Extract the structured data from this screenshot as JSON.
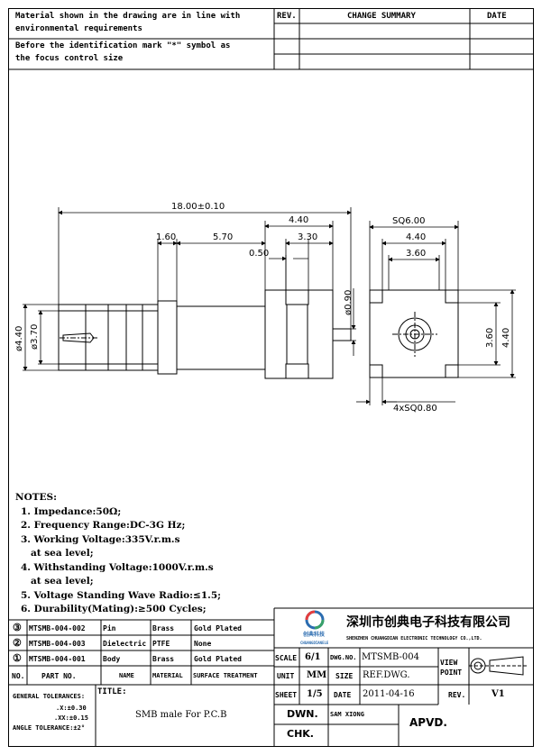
{
  "header": {
    "note1": "Material shown in the drawing are in line with environmental requirements",
    "note1a": "Material shown in the drawing are in line with",
    "note1b": "environmental requirements",
    "note2a": "Before the identification mark \"*\" symbol as",
    "note2b": "the focus control size",
    "rev": "REV.",
    "change_summary": "CHANGE SUMMARY",
    "date": "DATE"
  },
  "dimensions": {
    "overall": "18.00±0.10",
    "d440": "4.40",
    "d330": "3.30",
    "d160": "1.60",
    "d570": "5.70",
    "d050": "0.50",
    "d090": "ø0.90",
    "d_dia440": "ø4.40",
    "d_dia370": "ø3.70",
    "sq600": "SQ6.00",
    "side440": "4.40",
    "side360": "3.60",
    "right360": "3.60",
    "right440": "4.40",
    "sq080": "4xSQ0.80"
  },
  "notes": {
    "title": "NOTES:",
    "items": [
      "1. Impedance:50Ω;",
      "2. Frequency Range:DC-3G Hz;",
      "3. Working Voltage:335V.r.m.s",
      "   at sea level;",
      "4. Withstanding Voltage:1000V.r.m.s",
      "   at sea level;",
      "5. Voltage Standing Wave Radio:≤1.5;",
      "6. Durability(Mating):≥500 Cycles;"
    ]
  },
  "bom": {
    "rows": [
      {
        "no": "③",
        "part": "MTSMB-004-002",
        "name": "Pin",
        "material": "Brass",
        "finish": "Gold Plated"
      },
      {
        "no": "②",
        "part": "MTSMB-004-003",
        "name": "Dielectric",
        "material": "PTFE",
        "finish": "None"
      },
      {
        "no": "①",
        "part": "MTSMB-004-001",
        "name": "Body",
        "material": "Brass",
        "finish": "Gold Plated"
      }
    ],
    "head": {
      "no": "NO.",
      "part": "PART NO.",
      "name": "NAME",
      "material": "MATERIAL",
      "finish": "SURFACE TREATMENT"
    }
  },
  "company": {
    "logo_text": "创典科技",
    "logo_sub": "CHUANGDIANELE",
    "name_cn": "深圳市创典电子科技有限公司",
    "name_en": "SHENZHEN CHUANGDIAN ELECTRONIC TECHNOLOGY CO.,LTD."
  },
  "titleblock": {
    "scale_l": "SCALE",
    "scale": "6/1",
    "dwgno_l": "DWG.NO.",
    "dwgno": "MTSMB-004",
    "unit_l": "UNIT",
    "unit": "MM",
    "size_l": "SIZE",
    "size": "REF.DWG.",
    "sheet_l": "SHEET",
    "sheet": "1/5",
    "date_l": "DATE",
    "date": "2011-04-16",
    "rev_l": "REV.",
    "rev": "V1",
    "view_l1": "VIEW",
    "view_l2": "POINT",
    "tol_title": "GENERAL TOLERANCES:",
    "tol1": ".X:±0.30",
    "tol2": ".XX:±0.15",
    "tol3": "ANGLE TOLERANCE:±2°",
    "title_l": "TITLE:",
    "title": "SMB male For P.C.B",
    "dwn_l": "DWN.",
    "dwn": "SAM XIONG",
    "chk_l": "CHK.",
    "apvd_l": "APVD."
  }
}
